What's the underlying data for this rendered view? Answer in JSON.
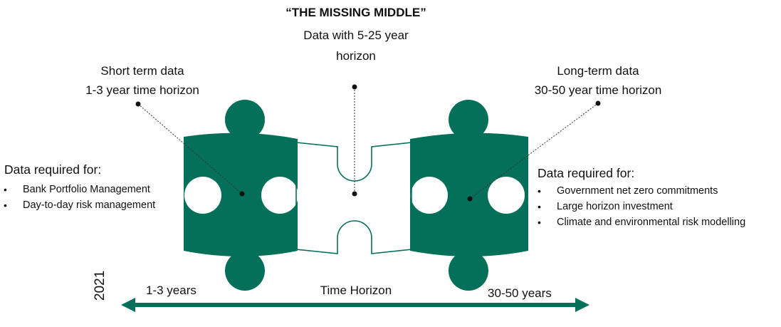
{
  "title": {
    "headline": "“THE MISSING MIDDLE”",
    "line1": "Data with 5-25 year",
    "line2": "horizon"
  },
  "short_term": {
    "line1": "Short term data",
    "line2": "1-3 year time horizon",
    "required_heading": "Data required for:",
    "items": [
      "Bank Portfolio Management",
      "Day-to-day risk management"
    ]
  },
  "long_term": {
    "line1": "Long-term data",
    "line2": "30-50 year time horizon",
    "required_heading": "Data required for:",
    "items": [
      "Government net zero commitments",
      "Large horizon investment",
      "Climate and environmental risk modelling"
    ]
  },
  "axis": {
    "year": "2021",
    "left_label": "1-3 years",
    "center_label": "Time Horizon",
    "right_label": "30-50 years"
  },
  "colors": {
    "green": "#04705a",
    "outline": "#04705a",
    "text": "#111111"
  }
}
